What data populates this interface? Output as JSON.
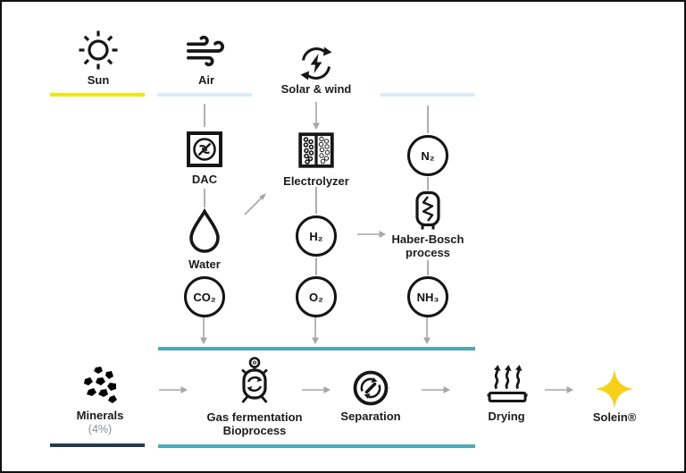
{
  "diagram": {
    "title_context": "Solein production process flow",
    "top_row": {
      "sun": {
        "label": "Sun"
      },
      "air": {
        "label": "Air"
      },
      "solar_wind": {
        "label": "Solar & wind"
      }
    },
    "process": {
      "dac": {
        "label": "DAC"
      },
      "electrolyzer": {
        "label": "Electrolyzer"
      },
      "water": {
        "label": "Water"
      },
      "haber_bosch": {
        "label_line1": "Haber-Bosch",
        "label_line2": "process"
      },
      "gases": {
        "n2": "N₂",
        "h2": "H₂",
        "o2": "O₂",
        "co2": "CO₂",
        "nh3": "NH₃"
      }
    },
    "bottom_row": {
      "minerals": {
        "label": "Minerals",
        "sublabel": "(4%)"
      },
      "gas_fermentation": {
        "label_line1": "Gas fermentation",
        "label_line2": "Bioprocess"
      },
      "separation": {
        "label": "Separation"
      },
      "drying": {
        "label": "Drying"
      },
      "solein": {
        "label": "Solein®"
      }
    },
    "colors": {
      "sun_underline": "#F0E800",
      "air_underline": "#D8EDF5",
      "nitrogen_underline": "#D8EDF5",
      "bioprocess_bar": "#4FA8B7",
      "minerals_bar": "#1F3D52",
      "solein_star": "#F7D117",
      "connector_gray": "#AFAFAF",
      "icon_ink": "#161616"
    }
  }
}
